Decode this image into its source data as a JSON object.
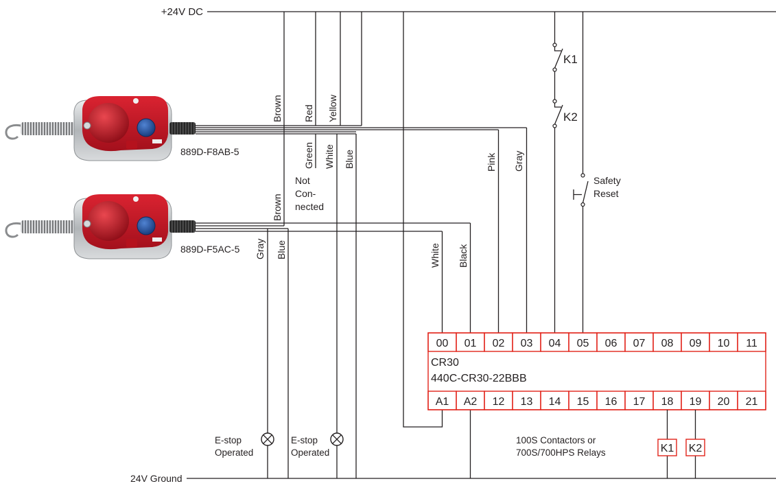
{
  "rails": {
    "positive_label": "+24V DC",
    "ground_label": "24V Ground"
  },
  "devices": [
    {
      "model": "889D-F8AB-5"
    },
    {
      "model": "889D-F5AC-5"
    }
  ],
  "wires": {
    "device1": {
      "brown": "Brown",
      "red": "Red",
      "yellow": "Yellow",
      "green": "Green",
      "white": "White",
      "blue": "Blue",
      "pink": "Pink",
      "gray": "Gray"
    },
    "device2": {
      "brown": "Brown",
      "gray": "Gray",
      "blue": "Blue",
      "white": "White",
      "black": "Black"
    }
  },
  "not_connected": {
    "line1": "Not",
    "line2": "Con-",
    "line3": "nected"
  },
  "contacts": {
    "k1": "K1",
    "k2": "K2"
  },
  "safety_reset": {
    "line1": "Safety",
    "line2": "Reset"
  },
  "relay": {
    "name": "CR30",
    "catalog": "440C-CR30-22BBB",
    "top_terminals": [
      "00",
      "01",
      "02",
      "03",
      "04",
      "05",
      "06",
      "07",
      "08",
      "09",
      "10",
      "11"
    ],
    "bottom_terminals": [
      "A1",
      "A2",
      "12",
      "13",
      "14",
      "15",
      "16",
      "17",
      "18",
      "19",
      "20",
      "21"
    ]
  },
  "indicators": [
    {
      "line1": "E-stop",
      "line2": "Operated"
    },
    {
      "line1": "E-stop",
      "line2": "Operated"
    }
  ],
  "contactors_note": {
    "line1": "100S Contactors or",
    "line2": "700S/700HPS Relays"
  },
  "coils": {
    "k1": "K1",
    "k2": "K2"
  },
  "colors": {
    "wire": "#231f20",
    "relay_border": "#e2231a",
    "switch_housing": "#c8102e",
    "device_button": "#2451a4",
    "body_metal": "#b9bcbf"
  }
}
